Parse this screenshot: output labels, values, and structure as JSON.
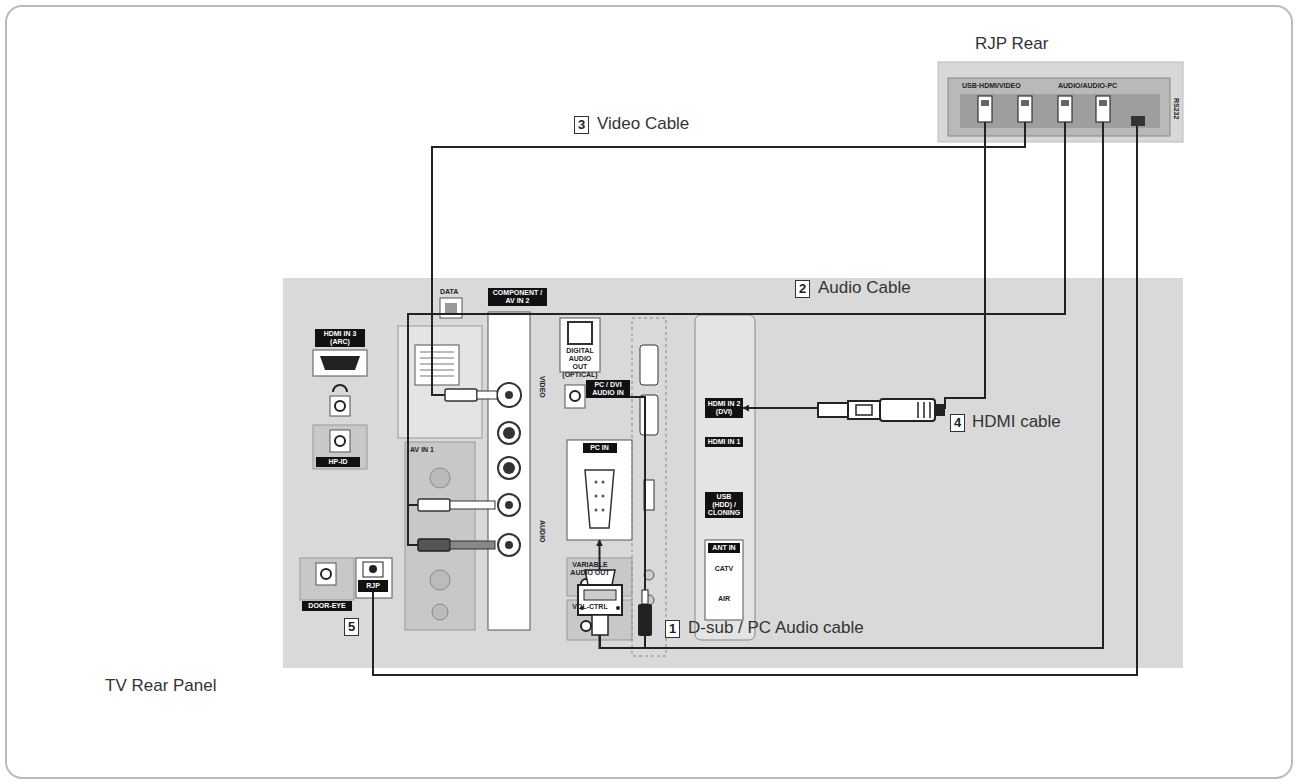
{
  "diagram": {
    "nodes": [
      {
        "text": [
          "RJP Rear"
        ]
      },
      {
        "text": [
          "TV Rear Panel"
        ]
      },
      {
        "text": [
          "HDMI IN 2 (DVI)"
        ],
        "in": 1
      },
      {
        "text": [
          "PC IN"
        ],
        "in": 1
      },
      {
        "text": [
          "RJP"
        ],
        "in": 1
      }
    ],
    "edges": [
      {
        "from": 0,
        "to": 3,
        "arrow": "to"
      },
      {
        "from": 0,
        "to": 1,
        "arrow": "none"
      },
      {
        "from": 0,
        "to": 1,
        "arrow": "none"
      },
      {
        "from": 0,
        "to": 2,
        "arrow": "to"
      },
      {
        "from": 0,
        "to": 4,
        "arrow": "none"
      }
    ],
    "labels": [
      "3",
      "Video Cable",
      "2",
      "Audio Cable",
      "4",
      "HDMI cable",
      "1",
      "D-sub / PC Audio cable",
      "5",
      "USB·HDMI/VIDEO",
      "AUDIO/AUDIO-PC",
      "RS232",
      "HDMI IN 3 (ARC)",
      "HP-ID",
      "DOOR-EYE",
      "DATA",
      "COMPONENT / AV IN 2",
      "AV IN 1",
      "VIDEO",
      "AUDIO",
      "DIGITAL AUDIO OUT (OPTICAL)",
      "PC / DVI AUDIO IN",
      "VARIABLE AUDIO OUT",
      "VOL-CTRL",
      "HDMI IN 1",
      "USB (HDD) / CLONING",
      "ANT IN",
      "CATV",
      "AIR"
    ]
  }
}
